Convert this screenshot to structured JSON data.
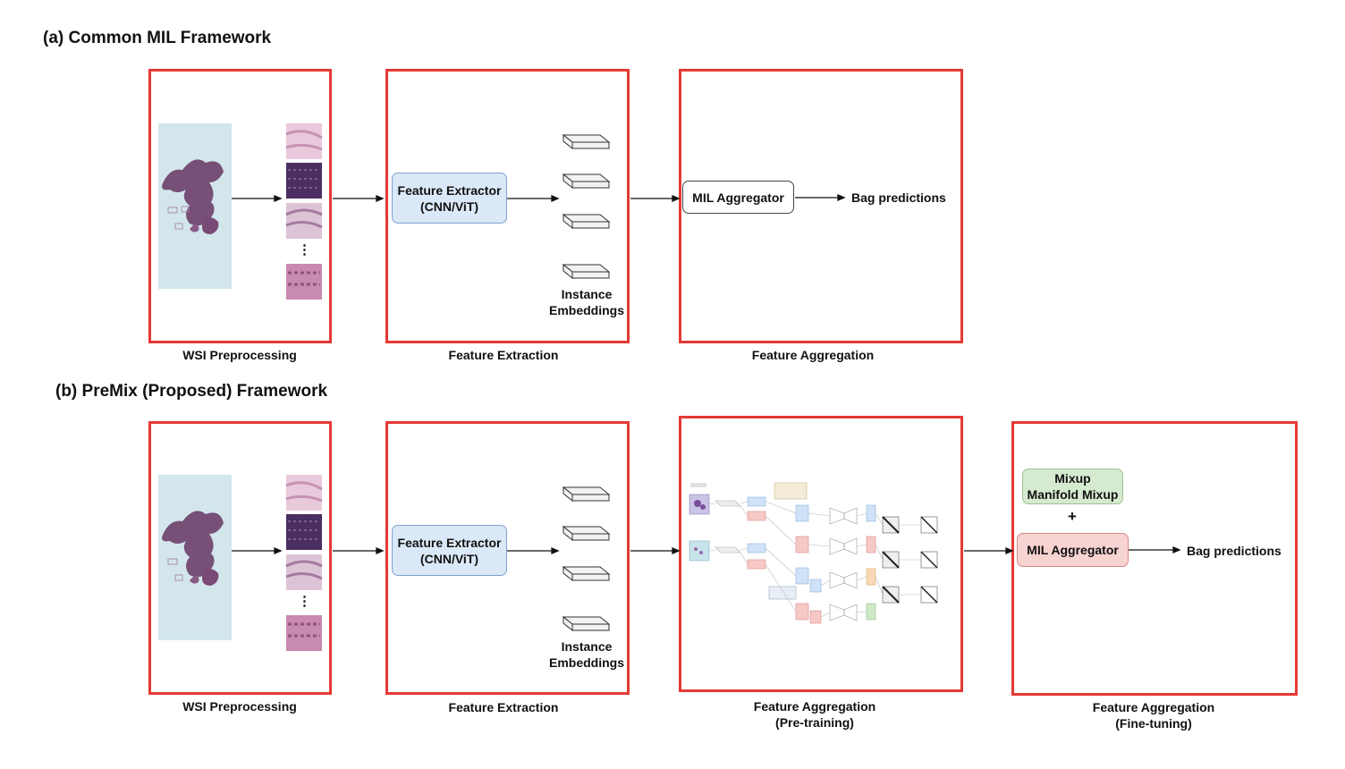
{
  "panel_a": {
    "title": "(a) Common MIL Framework",
    "caption_preprocessing": "WSI Preprocessing",
    "caption_extraction": "Feature Extraction",
    "caption_aggregation": "Feature Aggregation",
    "extractor": "Feature Extractor\n(CNN/ViT)",
    "embeddings": "Instance\nEmbeddings",
    "aggregator": "MIL Aggregator",
    "predictions": "Bag predictions",
    "ellipsis": "⋮"
  },
  "panel_b": {
    "title": "(b) PreMix (Proposed) Framework",
    "caption_preprocessing": "WSI Preprocessing",
    "caption_extraction": "Feature Extraction",
    "caption_pretraining": "Feature Aggregation\n(Pre-training)",
    "caption_finetuning": "Feature Aggregation\n(Fine-tuning)",
    "extractor": "Feature Extractor\n(CNN/ViT)",
    "embeddings": "Instance\nEmbeddings",
    "mixup": "Mixup\nManifold Mixup",
    "plus": "+",
    "aggregator": "MIL Aggregator",
    "predictions": "Bag predictions",
    "ellipsis": "⋮"
  },
  "colors": {
    "frame_red": "#e53935",
    "extractor_blue": "#dbe8f7",
    "aggregator_red": "#f7d3d1",
    "mixup_green": "#d6ead0",
    "slide_background": "#d2e6ec",
    "tissue_purple": "#6d3f6b"
  },
  "icons": [
    "wsi-thumbnail-image",
    "tissue-patch-image",
    "embedding-slab-icon",
    "arrow-icon",
    "pretraining-diagram-image"
  ]
}
